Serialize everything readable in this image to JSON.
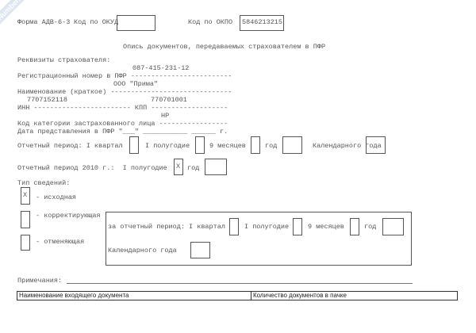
{
  "watermark": "NoNumber.ru",
  "header": {
    "form": "Форма АДВ-6-3",
    "okud_label": "Код по ОКУД",
    "okud_value": "",
    "okpo_label": "Код по ОКПО",
    "okpo_value": "5846213215"
  },
  "title": "Опись документов, передаваемых страхователем в ПФР",
  "insurer": {
    "heading": "Реквизиты страхователя:",
    "reg_value": "087-415-231-12",
    "reg_label": "Регистрационный номер в ПФР -------------------------",
    "name_value": "ООО \"Прима\"",
    "name_label": "Наименование (краткое) ------------------------------",
    "inn_value": "7707152118",
    "kpp_value": "770701001",
    "inn_kpp_label": "ИНН ------------------------ КПП -------------------",
    "category_value": "НР",
    "category_label": "Код категории застрахованного лица -----------------",
    "date_label": "Дата представления в ПФР \"___\" ___________ ______ г."
  },
  "period": {
    "label": "Отчетный период: I квартал",
    "half": "I полугодие",
    "nine": "9 месяцев",
    "year": "год",
    "calendar": "Календарного года"
  },
  "period2010": {
    "label": "Отчетный период 2010 г.:  I полугодие",
    "half_value": "X",
    "year": "год"
  },
  "info_type": {
    "heading": "Тип сведений:",
    "original": "- исходная",
    "original_value": "X",
    "corrective": "- корректирующая",
    "cancelling": "- отменяющая"
  },
  "correction": {
    "label": "за отчетный период: I квартал",
    "half": "I полугодие",
    "nine": "9 месяцев",
    "year": "год",
    "calendar": "Календарного года"
  },
  "notes_label": "Примечания:",
  "table": {
    "columns": [
      "Наименование входящего документа",
      "Количество документов в пачке"
    ]
  }
}
